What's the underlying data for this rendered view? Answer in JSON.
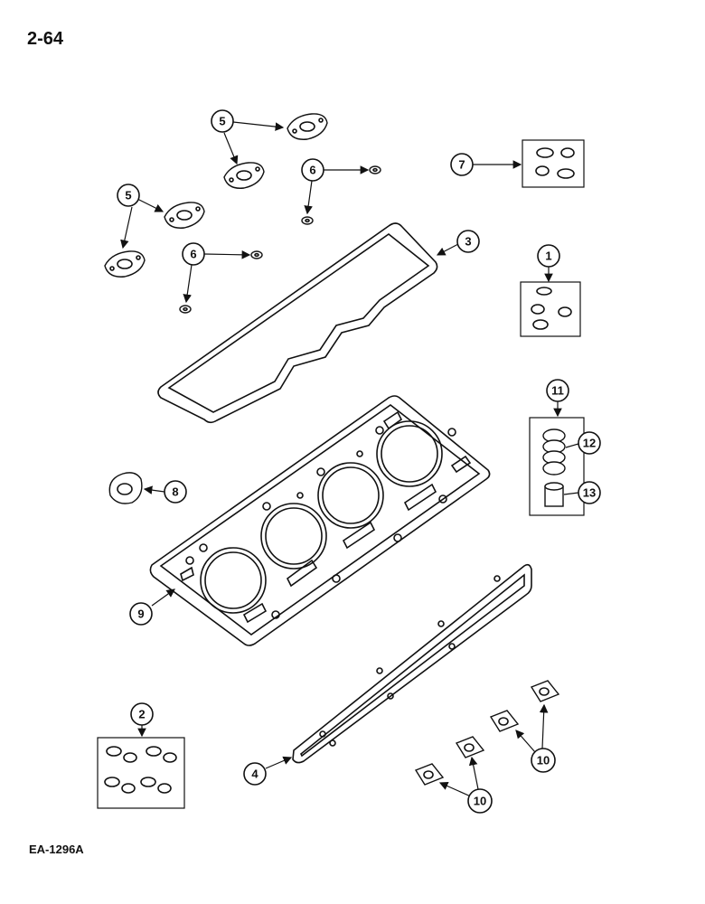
{
  "page": {
    "number": "2-64",
    "figure_code": "EA-1296A"
  },
  "callouts": {
    "c1": "1",
    "c2": "2",
    "c3": "3",
    "c4": "4",
    "c5a": "5",
    "c5b": "5",
    "c6a": "6",
    "c6b": "6",
    "c7": "7",
    "c8": "8",
    "c9": "9",
    "c10a": "10",
    "c10b": "10",
    "c11": "11",
    "c12": "12",
    "c13": "13"
  }
}
